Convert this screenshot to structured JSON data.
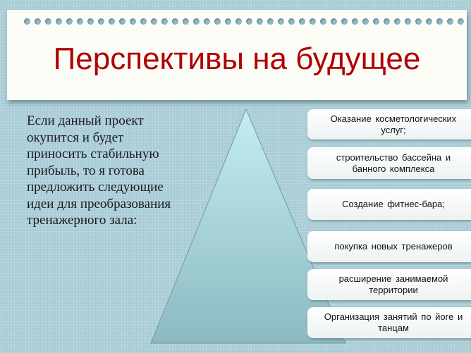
{
  "slide": {
    "title": "Перспективы на будущее",
    "intro_text": "Если данный проект окупится и будет приносить стабильную прибыль, то я готова предложить следующие идеи для преобразования тренажерного зала:",
    "ideas": [
      "Оказание косметологических услуг;",
      "строительство бассейна и банного комплекса",
      "Создание фитнес-бара;",
      "покупка новых тренажеров",
      "расширение занимаемой территории",
      "Организация занятий по йоге и танцам"
    ]
  },
  "colors": {
    "background": "#a9ccd6",
    "title": "#b00000",
    "paper": "#fdfdf8",
    "pyramid_top": "#bfeaf0",
    "pyramid_bottom": "#8fbcc2"
  }
}
